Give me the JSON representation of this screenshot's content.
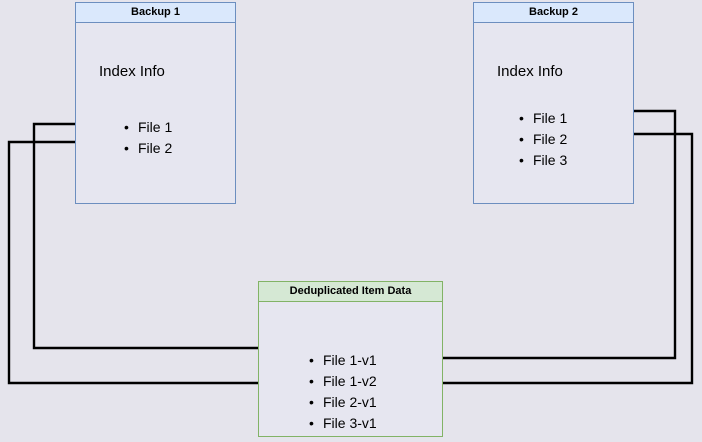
{
  "diagram": {
    "title": "Backup deduplication index diagram",
    "background_color": "#e5e4ec",
    "nodes": [
      {
        "id": "backup1",
        "header": "Backup 1",
        "body_title": "Index Info",
        "items": [
          "File 1",
          "File 2"
        ],
        "border_color": "#6c8ebf",
        "header_color": "#dae8fc"
      },
      {
        "id": "backup2",
        "header": "Backup 2",
        "body_title": "Index Info",
        "items": [
          "File 1",
          "File 2",
          "File 3"
        ],
        "border_color": "#6c8ebf",
        "header_color": "#dae8fc"
      },
      {
        "id": "dedup",
        "header": "Deduplicated Item Data",
        "body_title": "",
        "items": [
          "File 1-v1",
          "File 1-v2",
          "File 2-v1",
          "File 3-v1"
        ],
        "border_color": "#82b366",
        "header_color": "#d5e8d4"
      }
    ],
    "connectors": [
      {
        "from": "backup1.File 1",
        "to": "dedup.File 1-v1",
        "direction": "right",
        "color": "#000000"
      },
      {
        "from": "backup1.File 2",
        "to": "dedup.File 2-v1",
        "direction": "right",
        "color": "#000000"
      },
      {
        "from": "backup2.File 1",
        "to": "dedup.File 1-v2",
        "direction": "left",
        "color": "#000000"
      },
      {
        "from": "backup2.File 2",
        "to": "dedup.File 2-v1",
        "direction": "left",
        "color": "#000000"
      }
    ]
  },
  "labels": {
    "backup1_header": "Backup 1",
    "backup1_body_title": "Index Info",
    "backup1_item0": "File 1",
    "backup1_item1": "File 2",
    "backup2_header": "Backup 2",
    "backup2_body_title": "Index Info",
    "backup2_item0": "File 1",
    "backup2_item1": "File 2",
    "backup2_item2": "File 3",
    "dedup_header": "Deduplicated Item Data",
    "dedup_item0": "File 1-v1",
    "dedup_item1": "File 1-v2",
    "dedup_item2": "File 2-v1",
    "dedup_item3": "File 3-v1"
  }
}
